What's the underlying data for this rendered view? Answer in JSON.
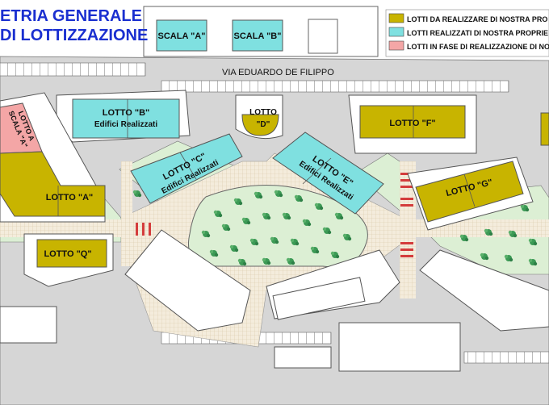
{
  "title": {
    "line1": "ETRIA GENERALE",
    "line2": "DI LOTTIZZAZIONE"
  },
  "street": "VIA EDUARDO DE FILIPPO",
  "legend": [
    {
      "color": "#c8b400",
      "label": "LOTTI DA REALIZZARE DI NOSTRA PRO"
    },
    {
      "color": "#7fe0e0",
      "label": "LOTTI REALIZZATI DI NOSTRA PROPRIE"
    },
    {
      "color": "#f4a6a6",
      "label": "LOTTI IN FASE DI REALIZZAZIONE DI NO"
    }
  ],
  "stairs": {
    "a": "SCALA \"A\"",
    "b": "SCALA \"B\""
  },
  "lots": {
    "b": "LOTTO \"B\"",
    "b_sub": "Edifici Realizzati",
    "c": "LOTTO \"C\"",
    "c_sub": "Edifici Realizzati",
    "d1": "LOTTO",
    "d2": "\"D\"",
    "e": "LOTTO \"E\"",
    "e_sub": "Edifici Realizzati",
    "f": "LOTTO \"F\"",
    "g": "LOTTO \"G\"",
    "a": "LOTTO \"A\"",
    "a_stair1": "LOTTO A",
    "a_stair2": "SCALA \"A\"",
    "q": "LOTTO \"Q\""
  },
  "colors": {
    "yellow": "#c8b400",
    "cyan": "#7fe0e0",
    "pink": "#f4a6a6",
    "green": "#dcefd4",
    "road": "#cfcfcf",
    "paving": "#ecd2b0",
    "title": "#1a2fd0"
  }
}
